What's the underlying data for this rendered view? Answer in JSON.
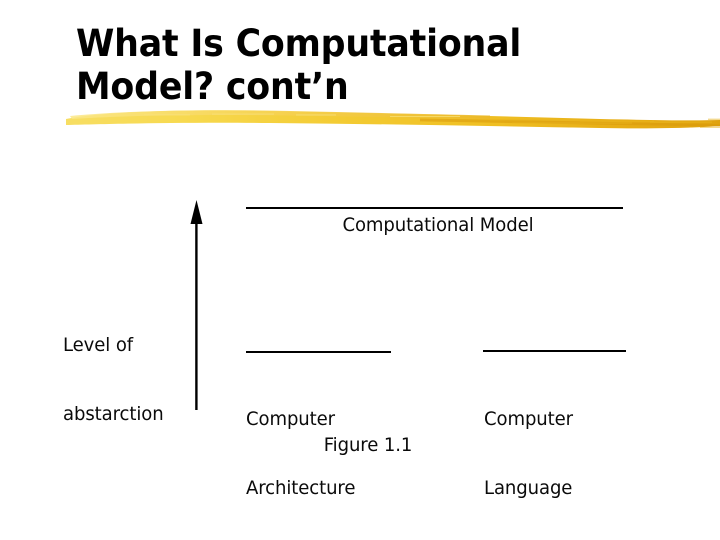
{
  "slide": {
    "title": {
      "lines": [
        "What Is Computational",
        "Model? cont’n"
      ],
      "color": "#000000"
    },
    "accent": {
      "brush_color_left": "#F7DD5B",
      "brush_color_mid": "#F2C72C",
      "brush_color_right": "#E0A513",
      "name": "yellow-brush-underline"
    },
    "figure": {
      "caption": "Figure 1.1",
      "axis": {
        "label_lines": [
          "Level of",
          "abstarction"
        ],
        "direction": "up",
        "color": "#000000"
      },
      "nodes": [
        {
          "id": "computational-model",
          "label": "Computational Model",
          "level": "top"
        },
        {
          "id": "computer-architecture",
          "label_lines": [
            "Computer",
            "Architecture"
          ],
          "level": "bottom"
        },
        {
          "id": "computer-language",
          "label_lines": [
            "Computer",
            "Language"
          ],
          "level": "bottom"
        }
      ]
    }
  }
}
